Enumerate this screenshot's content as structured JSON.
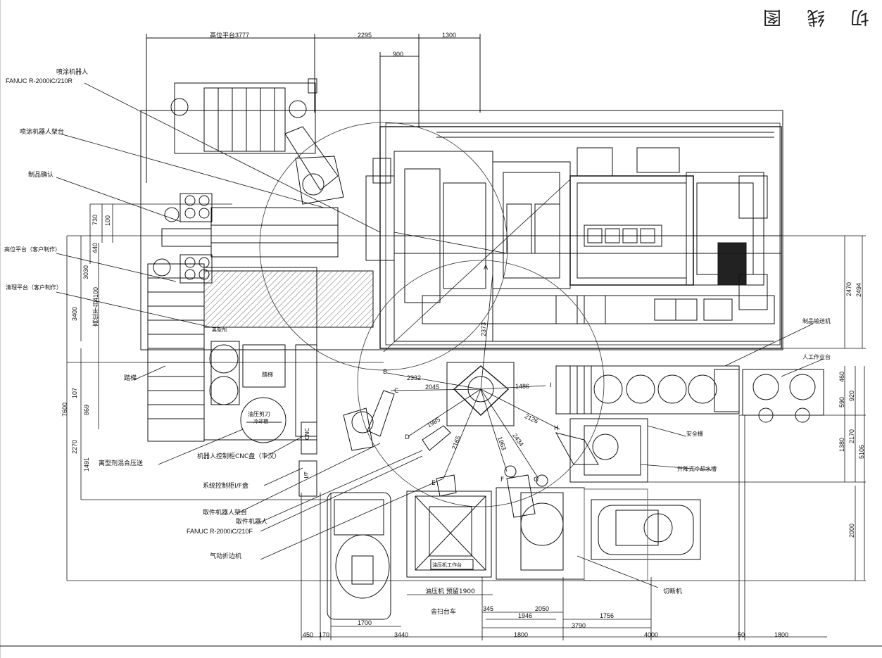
{
  "title": "切 线 图",
  "top_dims": {
    "platform": "高位平台3777",
    "d2295": "2295",
    "d1300": "1300",
    "d900": "900"
  },
  "left_labels": {
    "spray_robot": "喷涂机器人",
    "spray_model": "FANUC R-2000iC/210R",
    "spray_stand": "喷涂机器人架台",
    "product_check": "制品确认",
    "high_platform": "高位平台（客户制作）",
    "clean_platform": "清理平台（客户制作）",
    "stairs": "踏梯",
    "release_agent": "离型剂混合压送",
    "robot_cnc": "机器人控制柜CNC盘（丰汉）",
    "sys_panel": "系统控制柜I/F盘",
    "pick_stand": "取件机器人架台",
    "pick_robot": "取件机器人",
    "pick_model": "FANUC R-2000iC/210F",
    "pneumatic": "气动折边机"
  },
  "inner_labels": {
    "stairs2": "踏梯",
    "oil_shear": "油压剪刀",
    "cooling": "冷却槽",
    "press_pre": "油压机 预留1900",
    "trimmer_car": "舍扫台车",
    "cut_machine": "切断机",
    "cnc": "CNC",
    "ifp": "I/F",
    "tank_label": "离型剂",
    "table_label": "油压机工作台"
  },
  "right_labels": {
    "conveyor": "制品输送机",
    "manual": "人工作业台",
    "fence": "安全栅",
    "lift_tank": "升降式冷却水槽",
    "paren": ")"
  },
  "points": [
    "A",
    "B",
    "C",
    "D",
    "E",
    "F",
    "G",
    "H",
    "I"
  ],
  "radial_dims": [
    "2373",
    "2332",
    "2045",
    "1486",
    "1985",
    "2165",
    "1963",
    "2434",
    "2126"
  ],
  "left_dims": {
    "d730": "730",
    "d100": "100",
    "d440": "440",
    "d3030": "3030",
    "d4100": "高位平台4100",
    "d3400": "3400",
    "d107": "107",
    "d869": "869",
    "d7600": "7600",
    "d2270": "2270",
    "d1491": "1491"
  },
  "right_dims": {
    "d2470": "2470",
    "d2494": "2494",
    "d460": "460",
    "d920": "920",
    "d590": "590",
    "d1380": "1380",
    "d2170": "2170",
    "d5106": "5106",
    "d2000": "2000"
  },
  "bottom_dims": {
    "d1700": "1700",
    "d450": "450",
    "d170": "170",
    "d3440": "3440",
    "d1800a": "1800",
    "d345": "345",
    "d2050": "2050",
    "d1946": "1946",
    "d1756": "1756",
    "d3790": "3790",
    "d4000": "4000",
    "d50": "50",
    "d1800b": "1800"
  }
}
